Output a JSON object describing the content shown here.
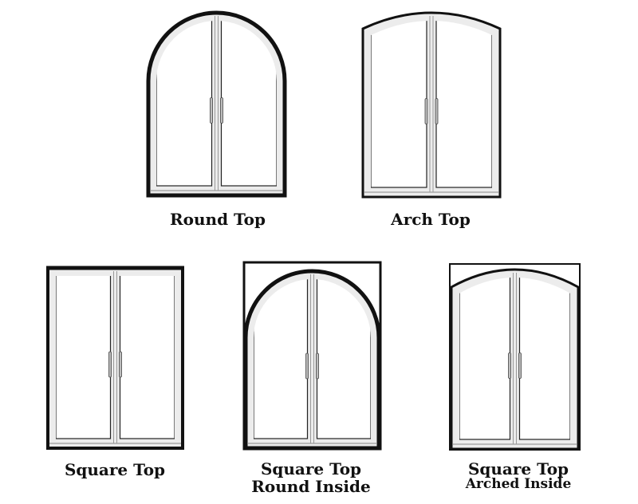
{
  "doors": [
    {
      "id": "round-top",
      "style": "round",
      "label": [
        "Round Top"
      ]
    },
    {
      "id": "arch-top",
      "style": "arch",
      "label": [
        "Arch Top"
      ]
    },
    {
      "id": "square-top",
      "style": "square",
      "label": [
        "Square Top"
      ]
    },
    {
      "id": "square-top-round-inside",
      "style": "square-round-inside",
      "label": [
        "Square Top",
        "Round Inside"
      ]
    },
    {
      "id": "square-top-arched-inside",
      "style": "square-arched-inside",
      "label": [
        "Square Top",
        "Arched Inside"
      ]
    }
  ],
  "colors": {
    "outline": "#111111",
    "frame": "#ececec",
    "panel": "#ffffff",
    "handle": "#bdbdbd"
  }
}
